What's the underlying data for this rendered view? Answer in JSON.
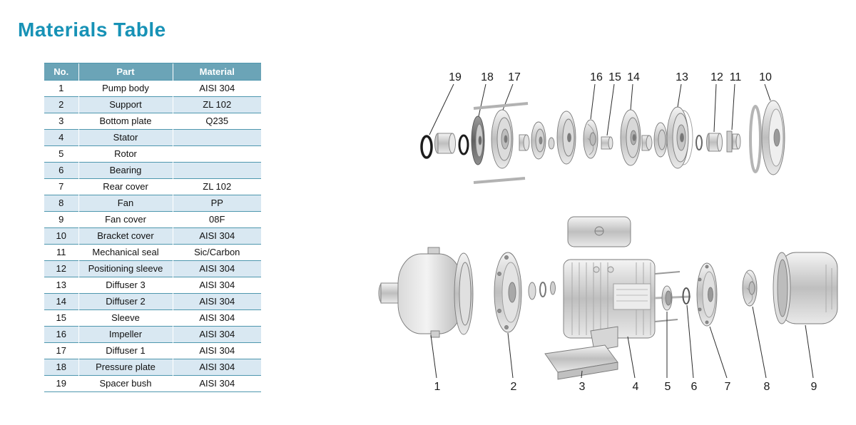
{
  "page": {
    "title": "Materials Table"
  },
  "table": {
    "headers": [
      "No.",
      "Part",
      "Material"
    ],
    "rows": [
      {
        "no": "1",
        "part": "Pump body",
        "material": "AISI 304"
      },
      {
        "no": "2",
        "part": "Support",
        "material": "ZL 102"
      },
      {
        "no": "3",
        "part": "Bottom plate",
        "material": "Q235"
      },
      {
        "no": "4",
        "part": "Stator",
        "material": ""
      },
      {
        "no": "5",
        "part": "Rotor",
        "material": ""
      },
      {
        "no": "6",
        "part": "Bearing",
        "material": ""
      },
      {
        "no": "7",
        "part": "Rear cover",
        "material": "ZL 102"
      },
      {
        "no": "8",
        "part": "Fan",
        "material": "PP"
      },
      {
        "no": "9",
        "part": "Fan cover",
        "material": "08F"
      },
      {
        "no": "10",
        "part": "Bracket cover",
        "material": "AISI 304"
      },
      {
        "no": "11",
        "part": "Mechanical seal",
        "material": "Sic/Carbon"
      },
      {
        "no": "12",
        "part": "Positioning sleeve",
        "material": "AISI 304"
      },
      {
        "no": "13",
        "part": "Diffuser 3",
        "material": "AISI 304"
      },
      {
        "no": "14",
        "part": "Diffuser 2",
        "material": "AISI 304"
      },
      {
        "no": "15",
        "part": "Sleeve",
        "material": "AISI 304"
      },
      {
        "no": "16",
        "part": "Impeller",
        "material": "AISI 304"
      },
      {
        "no": "17",
        "part": "Diffuser 1",
        "material": "AISI 304"
      },
      {
        "no": "18",
        "part": "Pressure plate",
        "material": "AISI 304"
      },
      {
        "no": "19",
        "part": "Spacer bush",
        "material": "AISI 304"
      }
    ]
  },
  "diagram": {
    "top_callouts": [
      "19",
      "18",
      "17",
      "16",
      "15",
      "14",
      "13",
      "12",
      "11",
      "10"
    ],
    "bottom_callouts": [
      "1",
      "2",
      "3",
      "4",
      "5",
      "6",
      "7",
      "8",
      "9"
    ]
  },
  "colors": {
    "accent": "#1792b6",
    "table_header_bg": "#6ba4b7",
    "table_row_alt_bg": "#d9e8f2",
    "table_grid": "#4e97ae"
  }
}
